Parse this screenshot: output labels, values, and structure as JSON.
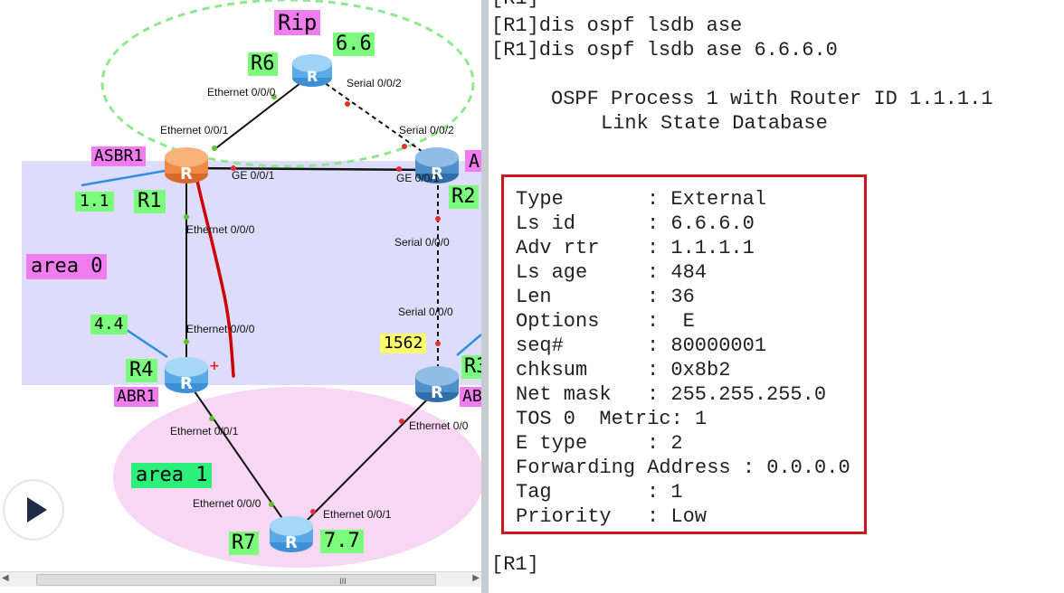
{
  "topology": {
    "zone_labels": {
      "rip": "Rip",
      "area0": "area 0",
      "area1": "area 1"
    },
    "routers": {
      "r6": {
        "name": "R6",
        "id": "6.6"
      },
      "asbr1": {
        "role": "ASBR1",
        "name": "R1",
        "id": "1.1"
      },
      "r2": {
        "name": "R2",
        "role_partial": "A"
      },
      "r4": {
        "name": "R4",
        "role": "ABR1",
        "id": "4.4"
      },
      "r3": {
        "name": "R3",
        "role_partial": "AB",
        "cost": "1562"
      },
      "r7": {
        "name": "R7",
        "id": "7.7"
      }
    },
    "interfaces": {
      "r6_eth": "Ethernet 0/0/0",
      "r6_serial": "Serial 0/0/2",
      "r1_eth_top": "Ethernet 0/0/1",
      "r2_serial_top": "Serial 0/0/2",
      "r1_ge": "GE 0/0/1",
      "r2_ge": "GE 0/0/1",
      "r1_eth_down": "Ethernet 0/0/0",
      "r2_serial_down": "Serial 0/0/0",
      "r4_eth_up": "Ethernet 0/0/0",
      "r3_serial_up": "Serial 0/0/0",
      "r4_eth_down": "Ethernet 0/0/1",
      "r3_eth_down": "Ethernet 0/0",
      "r7_eth_left": "Ethernet 0/0/0",
      "r7_eth_right": "Ethernet 0/0/1"
    },
    "colors": {
      "green_tag": "#7cfc7c",
      "magenta_tag": "#f07cf0",
      "yellow_tag": "#fbfb6e",
      "area0_fill": "#ddddfb",
      "area1_fill": "#f7d7f3",
      "rip_border": "#8ee88e",
      "annotation_red": "#cc0000"
    }
  },
  "console": {
    "top_prompt": "[R1]",
    "commands": [
      "[R1]dis ospf lsdb ase",
      "[R1]dis ospf lsdb ase 6.6.6.0"
    ],
    "header_line1": "OSPF Process 1 with Router ID 1.1.1.1",
    "header_line2": "Link State Database",
    "fields": [
      {
        "label": "Type",
        "value": ": External"
      },
      {
        "label": "Ls id",
        "value": ": 6.6.6.0"
      },
      {
        "label": "Adv rtr",
        "value": ": 1.1.1.1"
      },
      {
        "label": "Ls age",
        "value": ": 484"
      },
      {
        "label": "Len",
        "value": ": 36"
      },
      {
        "label": "Options",
        "value": ":  E"
      },
      {
        "label": "seq#",
        "value": ": 80000001"
      },
      {
        "label": "chksum",
        "value": ": 0x8b2"
      },
      {
        "label": "Net mask",
        "value": ": 255.255.255.0"
      }
    ],
    "tos_line": "TOS 0  Metric: 1",
    "fields2": [
      {
        "label": "E type",
        "value": ": 2"
      }
    ],
    "forwarding_line": "Forwarding Address : 0.0.0.0",
    "fields3": [
      {
        "label": "Tag",
        "value": ": 1"
      },
      {
        "label": "Priority",
        "value": ": Low"
      }
    ],
    "bottom_prompt": "[R1]",
    "box_color": "#d0141c"
  },
  "player": {
    "icon": "play-icon"
  }
}
